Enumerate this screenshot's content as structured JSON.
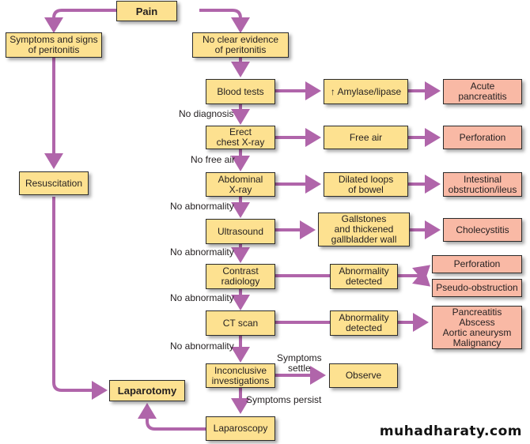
{
  "colors": {
    "arrow": "#b065aa",
    "node_yellow": "#fde190",
    "node_pink": "#f9b9a5",
    "border": "#2b2b2b"
  },
  "nodes": {
    "pain": "Pain",
    "peritonitis_signs": "Symptoms and signs\nof peritonitis",
    "no_peritonitis": "No clear evidence\nof peritonitis",
    "resuscitation": "Resuscitation",
    "laparotomy": "Laparotomy",
    "blood_tests": "Blood tests",
    "amylase": "↑ Amylase/lipase",
    "acute_pancreatitis": "Acute\npancreatitis",
    "erect_cxr": "Erect\nchest X-ray",
    "free_air": "Free air",
    "perforation_1": "Perforation",
    "abdominal_xray": "Abdominal\nX-ray",
    "dilated_loops": "Dilated loops\nof bowel",
    "obstruction": "Intestinal\nobstruction/ileus",
    "ultrasound": "Ultrasound",
    "gallstones": "Gallstones\nand thickened\ngallbladder wall",
    "cholecystitis": "Cholecystitis",
    "contrast": "Contrast\nradiology",
    "abnormality_1": "Abnormality\ndetected",
    "perforation_2": "Perforation",
    "pseudo_obstruction": "Pseudo-obstruction",
    "ct_scan": "CT scan",
    "abnormality_2": "Abnormality\ndetected",
    "ct_findings": "Pancreatitis\nAbscess\nAortic aneurysm\nMalignancy",
    "inconclusive": "Inconclusive\ninvestigations",
    "observe": "Observe",
    "laparoscopy": "Laparoscopy"
  },
  "edge_labels": {
    "no_diagnosis": "No diagnosis",
    "no_free_air": "No free air",
    "no_abnormality_1": "No abnormality",
    "no_abnormality_2": "No abnormality",
    "no_abnormality_3": "No abnormality",
    "no_abnormality_4": "No abnormality",
    "symptoms_settle": "Symptoms\nsettle",
    "symptoms_persist": "Symptoms persist"
  },
  "watermark": "muhadharaty.com"
}
